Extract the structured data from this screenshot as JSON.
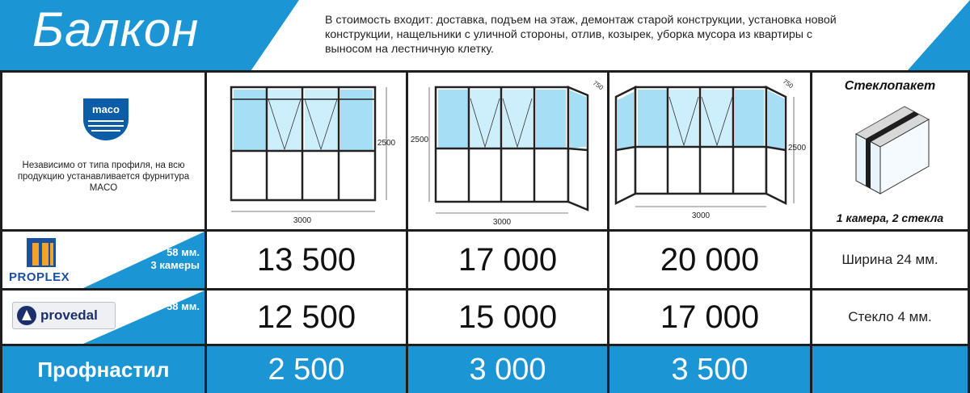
{
  "header": {
    "title": "Балкон",
    "description": "В стоимость входит: доставка, подъем на этаж, демонтаж старой конструкции, установка новой конструкции, нащельники с уличной стороны, отлив, козырек, уборка мусора из квартиры с выносом на лестничную клетку."
  },
  "maco": {
    "logo_text": "maco",
    "note": "Независимо от типа профиля, на всю продукцию устанавливается фурнитура MACO"
  },
  "drawings": [
    {
      "width_label": "3000",
      "height_label": "2500",
      "side_label": ""
    },
    {
      "width_label": "3000",
      "height_label": "2500",
      "side_label": "750"
    },
    {
      "width_label": "3000",
      "height_label": "2500",
      "side_label": "750"
    }
  ],
  "glass": {
    "title": "Стеклопакет",
    "caption": "1 камера, 2 стекла"
  },
  "rows": [
    {
      "brand": "PROPLEX",
      "spec_line1": "58 мм.",
      "spec_line2": "3 камеры",
      "prices": [
        "13 500",
        "17 000",
        "20 000"
      ],
      "note": "Ширина 24 мм."
    },
    {
      "brand": "provedal",
      "spec_line1": "58 мм.",
      "spec_line2": "",
      "prices": [
        "12 500",
        "15 000",
        "17 000"
      ],
      "note": "Стекло 4 мм."
    }
  ],
  "profnastil": {
    "label": "Профнастил",
    "prices": [
      "2 500",
      "3 000",
      "3 500"
    ]
  },
  "colors": {
    "accent_blue": "#1b95d4",
    "border": "#1e1e1e",
    "maco_blue": "#0a5da6"
  }
}
